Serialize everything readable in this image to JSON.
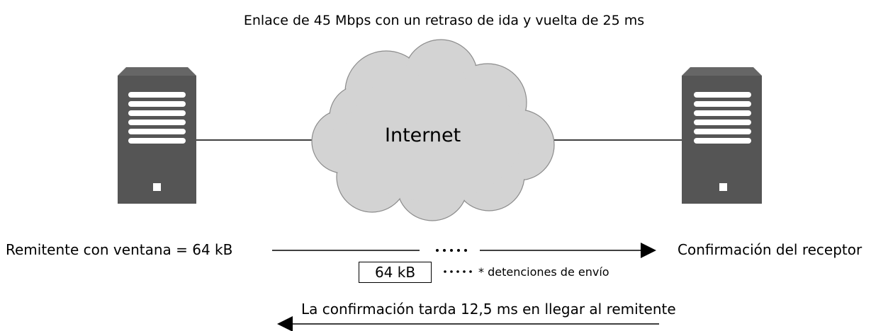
{
  "title": "Enlace de 45 Mbps con un retraso de ida y vuelta de 25 ms",
  "cloud": {
    "label": "Internet"
  },
  "sender": {
    "label": "Remitente con ventana = 64 kB"
  },
  "receiver": {
    "label": "Confirmación del receptor"
  },
  "packet": {
    "label": "64 kB"
  },
  "pause": {
    "label": "* detenciones de envío"
  },
  "return_path": {
    "label": "La confirmación tarda 12,5 ms en llegar al remitente"
  },
  "colors": {
    "server": "#555555",
    "cloud": "#d3d3d3",
    "server_slot": "#ffffff"
  },
  "icons": [
    "server-icon",
    "cloud-icon",
    "arrow-right",
    "arrow-left"
  ]
}
